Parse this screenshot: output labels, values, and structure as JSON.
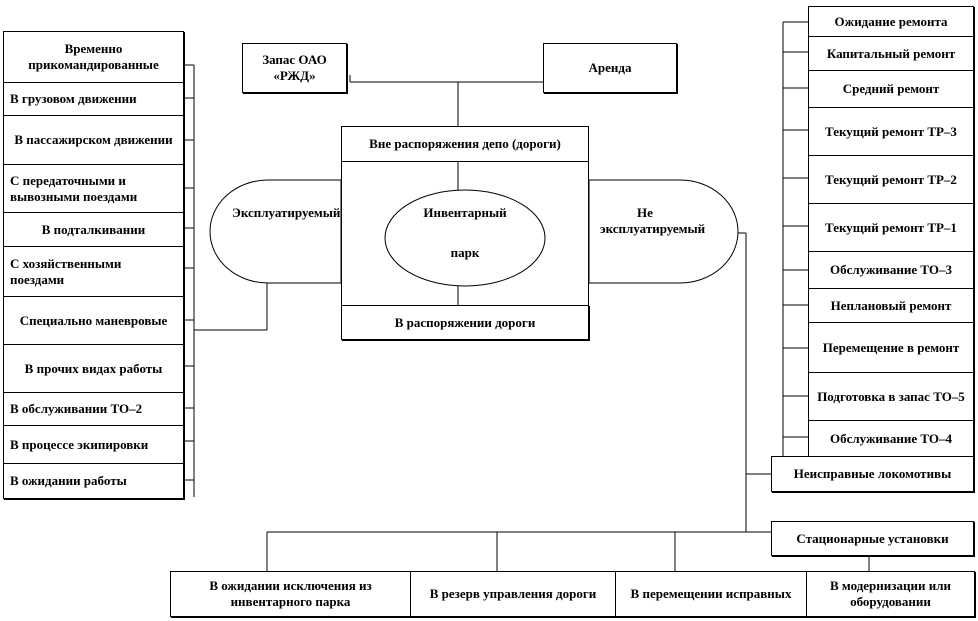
{
  "center": {
    "top": "Вне распоряжения депо (дороги)",
    "bottom": "В распоряжении дороги",
    "park_line1": "Инвентарный",
    "park_line2": "парк"
  },
  "top": {
    "reserve": "Запас ОАО «РЖД»",
    "rent": "Аренда"
  },
  "exploited": "Эксплуатируемый",
  "non_exploited": "Не эксплуатируемый",
  "left_items": [
    "Временно прикомандированные",
    "В грузовом движении",
    "В пассажирском движении",
    "С передаточными и вывозными поездами",
    "В подталкивании",
    "С хозяйственными поездами",
    "Специально маневровые",
    "В прочих видах работы",
    "В обслуживании ТО–2",
    "В процессе экипировки",
    "В ожидании работы"
  ],
  "right_items": [
    "Ожидание ремонта",
    "Капитальный ремонт",
    "Средний ремонт",
    "Текущий ремонт ТР–3",
    "Текущий ремонт ТР–2",
    "Текущий ремонт ТР–1",
    "Обслуживание ТО–3",
    "Неплановый ремонт",
    "Перемещение в ремонт",
    "Подготовка в запас ТО–5",
    "Обслуживание ТО–4"
  ],
  "faulty": "Неисправные локомотивы",
  "stationary": "Стационарные установки",
  "bottom_items": [
    "В ожидании исключения из инвентарного парка",
    "В резерв управления дороги",
    "В перемещении исправных",
    "В модернизации или оборудовании"
  ]
}
